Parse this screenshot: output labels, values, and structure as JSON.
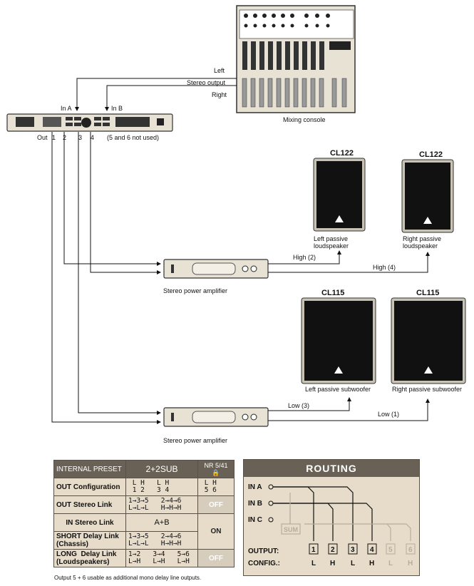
{
  "labels": {
    "mixing_console": "Mixing console",
    "left": "Left",
    "stereo_output": "Stereo output",
    "right": "Right",
    "in_a": "In A",
    "in_b": "In B",
    "out": "Out",
    "out_1": "1",
    "out_2": "2",
    "out_3": "3",
    "out_4": "4",
    "not_used": "(5 and 6 not used)",
    "amp_top": "Stereo power amplifier",
    "amp_bottom": "Stereo power amplifier",
    "high2": "High (2)",
    "high4": "High (4)",
    "low3": "Low (3)",
    "low1": "Low (1)"
  },
  "speakers": {
    "left_top": {
      "model": "CL122",
      "caption_1": "Left passive",
      "caption_2": "loudspeaker"
    },
    "right_top": {
      "model": "CL122",
      "caption_1": "Right passive",
      "caption_2": "loudspeaker"
    },
    "left_sub": {
      "model": "CL115",
      "caption": "Left passive subwoofer"
    },
    "right_sub": {
      "model": "CL115",
      "caption": "Right passive subwoofer"
    }
  },
  "preset_table": {
    "header": {
      "name": "INTERNAL PRESET",
      "value": "2+2SUB",
      "nr": "NR 5/41"
    },
    "rows": [
      {
        "name": "OUT Configuration",
        "value": " L H   L H\n 1 2   3 4",
        "state": " L H\n 5 6"
      },
      {
        "name": "OUT Stereo Link",
        "value": "1→3→5   2→4→6\nL→L→L   H→H→H",
        "state": "OFF"
      },
      {
        "name": "IN Stereo Link",
        "value": "A+B",
        "state": "ON"
      },
      {
        "name": "SHORT Delay Link\n(Chassis)",
        "value": "1→3→5   2→4→6\nL→L→L   H→H→H",
        "state": ""
      },
      {
        "name": "LONG  Delay Link\n(Loudspeakers)",
        "value": "1→2   3→4   5→6\nL→H   L→H   L→H",
        "state": "OFF"
      }
    ]
  },
  "footnote": "Output 5 + 6 usable as additional mono delay line outputs.",
  "routing": {
    "title": "ROUTING",
    "in_a": "IN A",
    "in_b": "IN B",
    "in_c": "IN C",
    "sum": "SUM",
    "output_label": "OUTPUT:",
    "config_label": "CONFIG.:",
    "outputs": [
      "1",
      "2",
      "3",
      "4",
      "5",
      "6"
    ],
    "configs": [
      "L",
      "H",
      "L",
      "H",
      "L",
      "H"
    ]
  },
  "colors": {
    "panel": "#e6dcc9",
    "header": "#6a6156",
    "inactive": "#b8ad9c"
  }
}
